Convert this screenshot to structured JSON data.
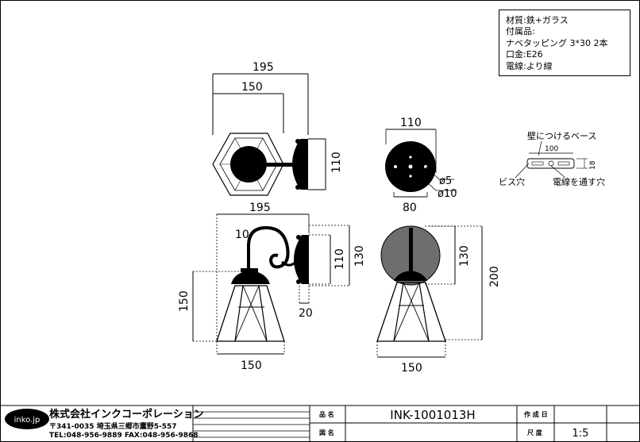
{
  "spec": {
    "material": "材質:鉄+ガラス",
    "accessories": "付属品:",
    "screws": "ナベタッピング 3*30 2本",
    "socket": "口金:E26",
    "cord": "電線:より線"
  },
  "dims": {
    "top_width_outer": "195",
    "top_width_inner": "150",
    "top_base_height": "110",
    "base_diameter": "110",
    "base_hole_small": "ø5",
    "base_hole_large": "ø10",
    "base_bottom": "80",
    "side_width": "195",
    "arm_radius": "10",
    "side_110": "110",
    "side_130": "130",
    "side_20": "20",
    "side_150_height": "150",
    "side_150_width": "150",
    "front_130": "130",
    "front_200": "200",
    "front_150_width": "150"
  },
  "wallbase": {
    "title": "壁につけるベース",
    "length": "100",
    "thickness": "18",
    "screw_hole": "ビス穴",
    "cord_hole": "電線を通す穴"
  },
  "titleblock": {
    "logo": "inko.jp",
    "company": "株式会社インクコーポレーション",
    "address": "〒341-0035 埼玉県三郷市鷹野5-557",
    "tel": "TEL:048-956-9889  FAX:048-956-9868",
    "name_label": "品 名",
    "name_value": "INK-1001013H",
    "drawing_label": "図 名",
    "drawing_value": "",
    "date_label": "作 成 日",
    "scale_label": "尺 度",
    "scale_value": "1:5"
  }
}
